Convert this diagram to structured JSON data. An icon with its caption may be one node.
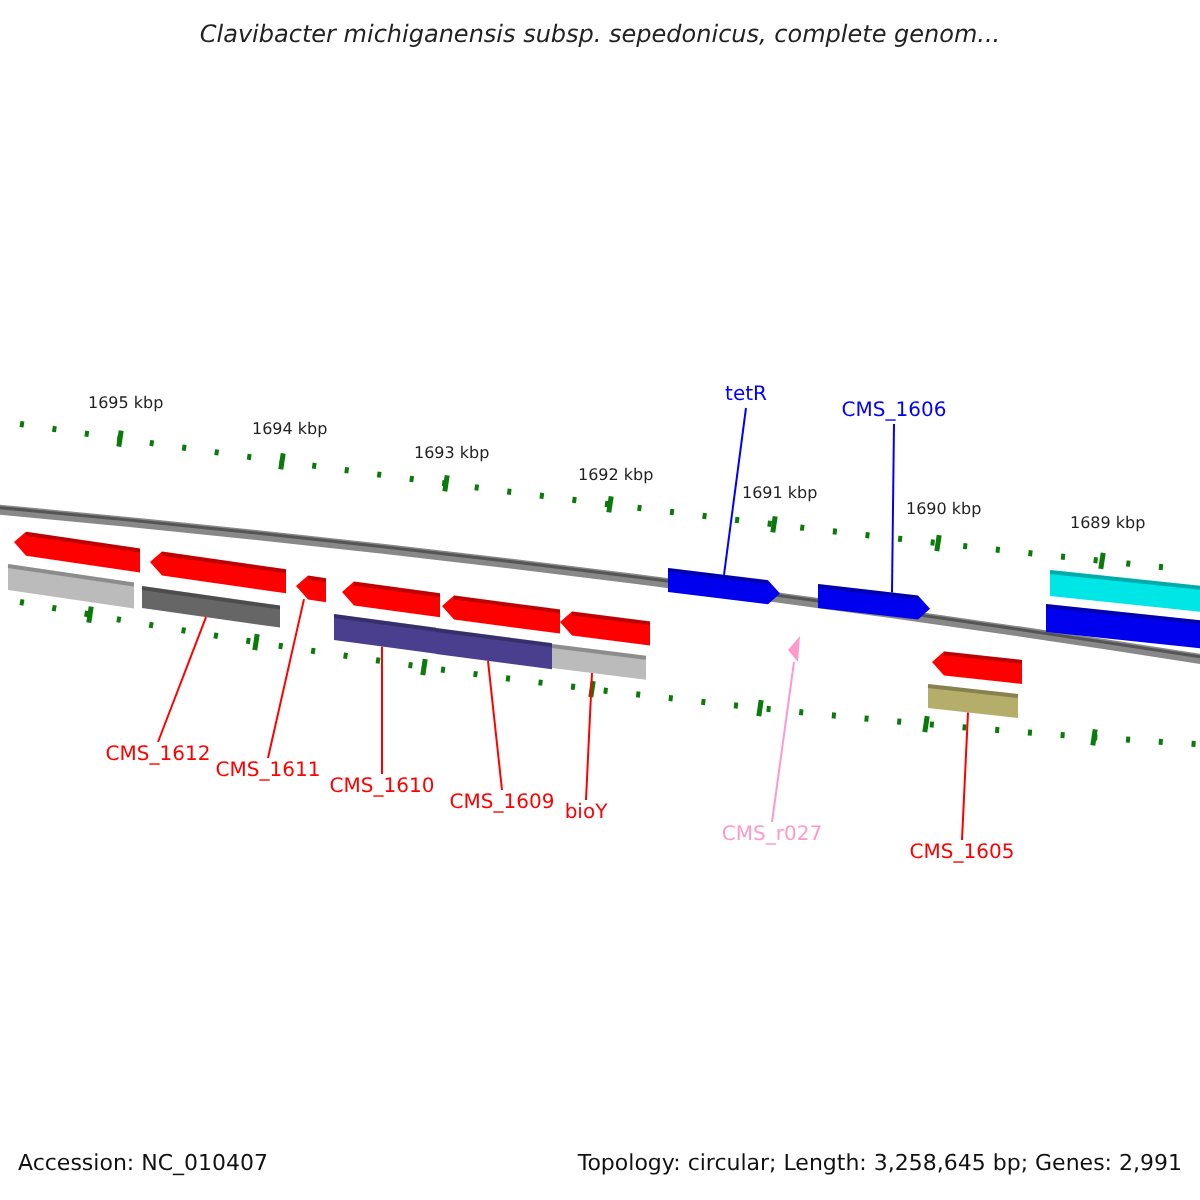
{
  "diagram": {
    "title": "Clavibacter michiganensis subsp. sepedonicus, complete genom...",
    "nodes": [
      {
        "text": [
          "tetR"
        ]
      },
      {
        "text": [
          "CMS_1606"
        ]
      },
      {
        "text": [
          "CMS_1612"
        ]
      },
      {
        "text": [
          "CMS_1611"
        ]
      },
      {
        "text": [
          "CMS_1610"
        ]
      },
      {
        "text": [
          "CMS_1609"
        ]
      },
      {
        "text": [
          "bioY"
        ]
      },
      {
        "text": [
          "CMS_r027"
        ]
      },
      {
        "text": [
          "CMS_1605"
        ]
      },
      {
        "text": [],
        "shape": "bar"
      },
      {
        "text": [],
        "shape": "arrow"
      },
      {
        "text": [],
        "shape": "bar"
      },
      {
        "text": [],
        "shape": "bar"
      },
      {
        "text": [],
        "shape": "bar"
      },
      {
        "text": [],
        "shape": "arrow"
      },
      {
        "text": [],
        "shape": "triangle"
      },
      {
        "text": [],
        "shape": "arrow"
      },
      {
        "text": [],
        "shape": "bar"
      }
    ],
    "edges": [
      {
        "from": 0,
        "to": 14,
        "arrow": "none",
        "color": "#0000ff"
      },
      {
        "from": 1,
        "to": 16,
        "arrow": "none",
        "color": "#0000ff"
      },
      {
        "from": 2,
        "to": 9,
        "arrow": "none"
      },
      {
        "from": 3,
        "to": 10,
        "arrow": "none"
      },
      {
        "from": 4,
        "to": 11,
        "arrow": "none"
      },
      {
        "from": 5,
        "to": 12,
        "arrow": "none"
      },
      {
        "from": 6,
        "to": 13,
        "arrow": "none"
      },
      {
        "from": 7,
        "to": 15,
        "arrow": "none",
        "color": "#ff99cc"
      },
      {
        "from": 8,
        "to": 17,
        "arrow": "none"
      }
    ],
    "labels": [
      "1695 kbp",
      "1694 kbp",
      "1693 kbp",
      "1692 kbp",
      "1691 kbp",
      "1690 kbp",
      "1689 kbp",
      "Accession: NC_010407",
      "Topology: circular; Length: 3,258,645 bp; Genes: 2,991"
    ]
  }
}
